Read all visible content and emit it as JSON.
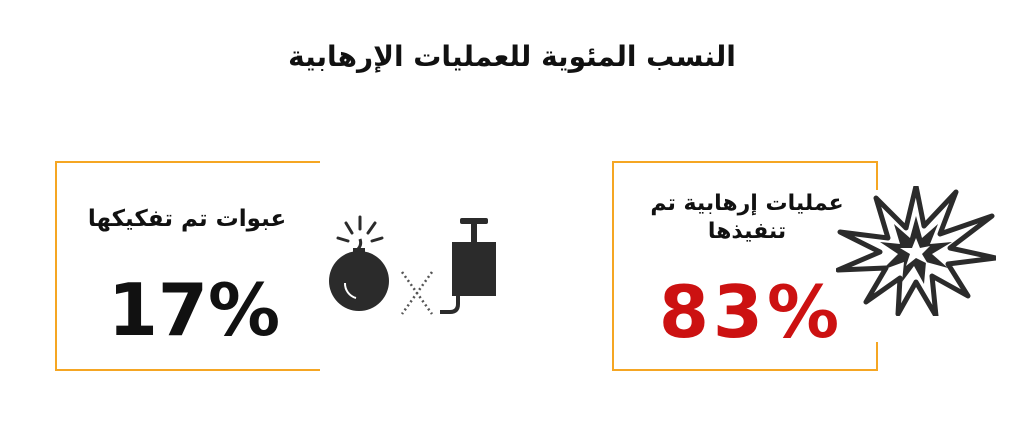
{
  "title": "النسب المئوية للعمليات الإرهابية",
  "colors": {
    "frame": "#f5a623",
    "thwarted": "#111111",
    "executed": "#cc1111",
    "icon": "#2b2b2b"
  },
  "icons": [
    "bomb-icon",
    "detonator-icon",
    "cross-icon",
    "explosion-icon"
  ],
  "chart_data": {
    "type": "table",
    "title": "النسب المئوية للعمليات الإرهابية",
    "rows": [
      {
        "label": "عبوات تم تفكيكها",
        "value": "17%",
        "percent": 17
      },
      {
        "label": "عمليات إرهابية تم تنفيذها",
        "value": "83%",
        "percent": 83
      }
    ]
  }
}
